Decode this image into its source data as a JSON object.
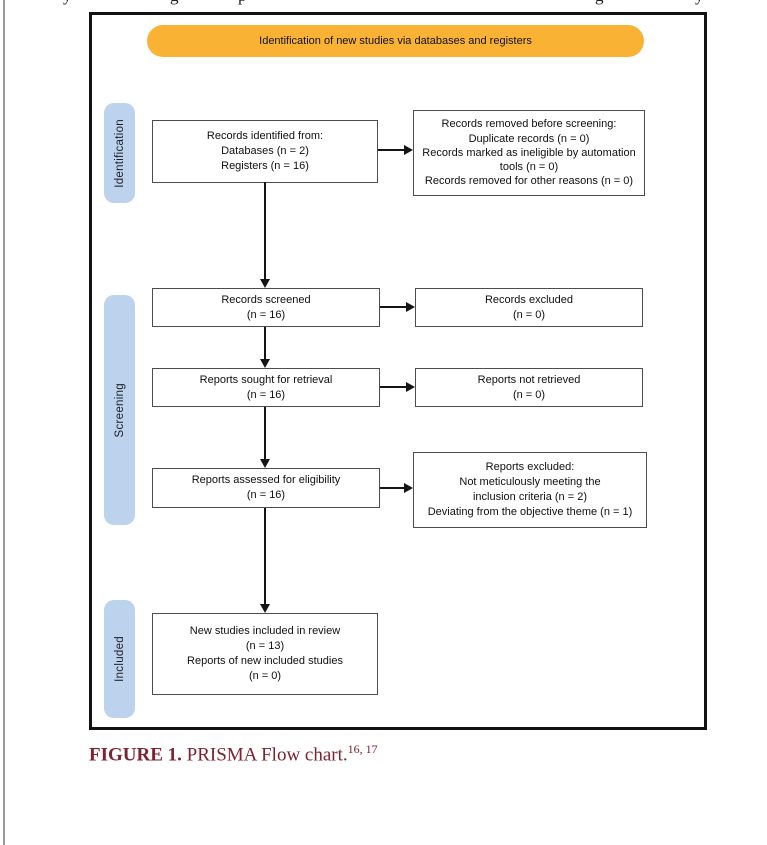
{
  "colors": {
    "banner_bg": "#F9B233",
    "stage_label_bg": "#BDD2EC",
    "box_border": "#4d4d4d",
    "frame_border": "#121212",
    "arrow": "#151515",
    "caption_text": "#7E2231"
  },
  "top_fragments": [
    {
      "char": "y"
    },
    {
      "char": "g"
    },
    {
      "char": "p"
    },
    {
      "char": "g"
    },
    {
      "char": "y"
    }
  ],
  "flowchart": {
    "banner": "Identification of new studies via databases and registers",
    "stages": [
      {
        "label": "Identification"
      },
      {
        "label": "Screening"
      },
      {
        "label": "Included"
      }
    ],
    "boxes": {
      "records_identified": [
        "Records identified from:",
        "Databases (n = 2)",
        "Registers (n = 16)"
      ],
      "records_removed": [
        "Records removed before screening:",
        "Duplicate records (n = 0)",
        "Records marked as ineligible by automation",
        "tools (n = 0)",
        "Records removed for other reasons (n = 0)"
      ],
      "records_screened": [
        "Records screened",
        "(n = 16)"
      ],
      "records_excluded": [
        "Records excluded",
        "(n = 0)"
      ],
      "reports_sought": [
        "Reports sought for retrieval",
        "(n = 16)"
      ],
      "reports_not_retrieved": [
        "Reports not retrieved",
        "(n = 0)"
      ],
      "reports_assessed": [
        "Reports assessed for eligibility",
        "(n = 16)"
      ],
      "reports_excluded": [
        "Reports excluded:",
        "Not meticulously meeting the",
        "inclusion criteria (n = 2)",
        "Deviating from the objective theme (n = 1)"
      ],
      "new_studies_included": [
        "New studies included in review",
        "(n = 13)",
        "Reports of new included studies",
        "(n = 0)"
      ]
    }
  },
  "caption": {
    "figure_label": "FIGURE 1.",
    "title": " PRISMA Flow chart.",
    "superscript": "16, 17"
  }
}
